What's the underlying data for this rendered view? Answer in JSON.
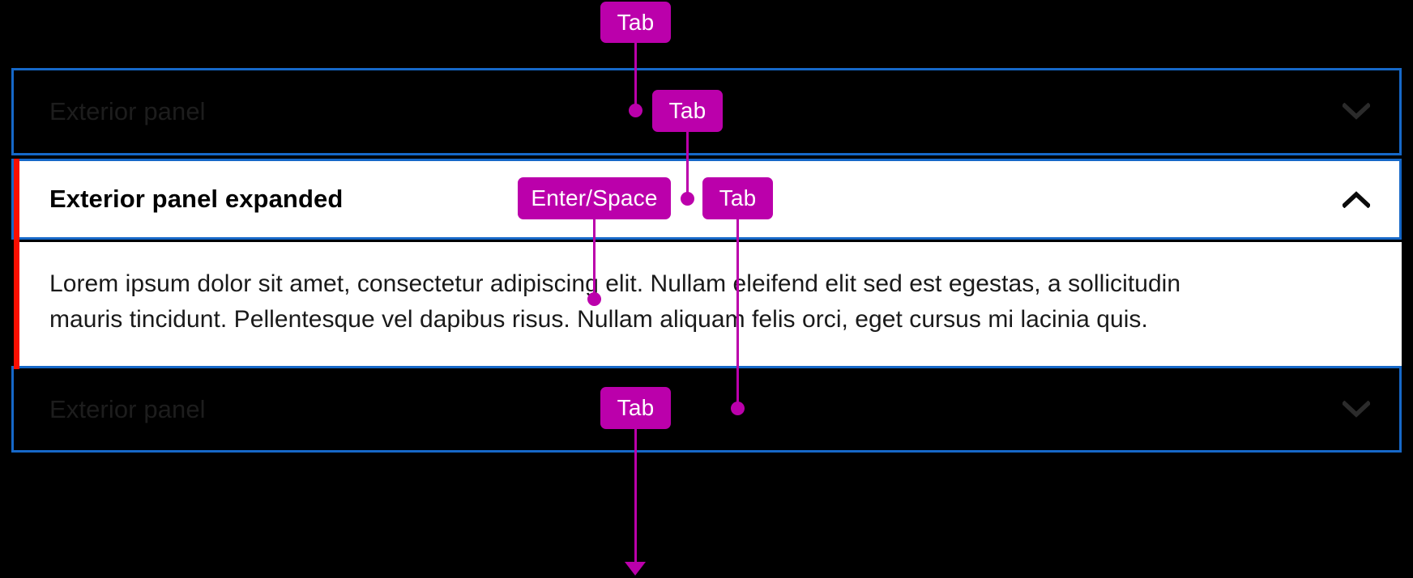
{
  "meta": {
    "background_color": "#000000",
    "focus_ring_color": "#1668c8",
    "annotation_color": "#bb00ab",
    "accent_bar_color": "#fa0f00",
    "surface_color": "#ffffff"
  },
  "panels": [
    {
      "id": "panel-top",
      "title": "Exterior panel",
      "state": "collapsed",
      "chevron": "chevron-down-icon"
    },
    {
      "id": "panel-expanded",
      "title": "Exterior panel expanded",
      "state": "expanded",
      "chevron": "chevron-up-icon",
      "body": "Lorem ipsum dolor sit amet, consectetur adipiscing elit. Nullam eleifend elit sed est egestas, a sollicitudin mauris tincidunt. Pellentesque vel dapibus risus. Nullam aliquam felis orci, eget cursus mi lacinia quis."
    },
    {
      "id": "panel-bottom",
      "title": "Exterior panel",
      "state": "collapsed",
      "chevron": "chevron-down-icon"
    }
  ],
  "annotations": {
    "badges": [
      {
        "id": "badge-tab-1",
        "label": "Tab"
      },
      {
        "id": "badge-tab-2",
        "label": "Tab"
      },
      {
        "id": "badge-enter-space",
        "label": "Enter/Space"
      },
      {
        "id": "badge-tab-3",
        "label": "Tab"
      },
      {
        "id": "badge-tab-4",
        "label": "Tab"
      }
    ]
  }
}
